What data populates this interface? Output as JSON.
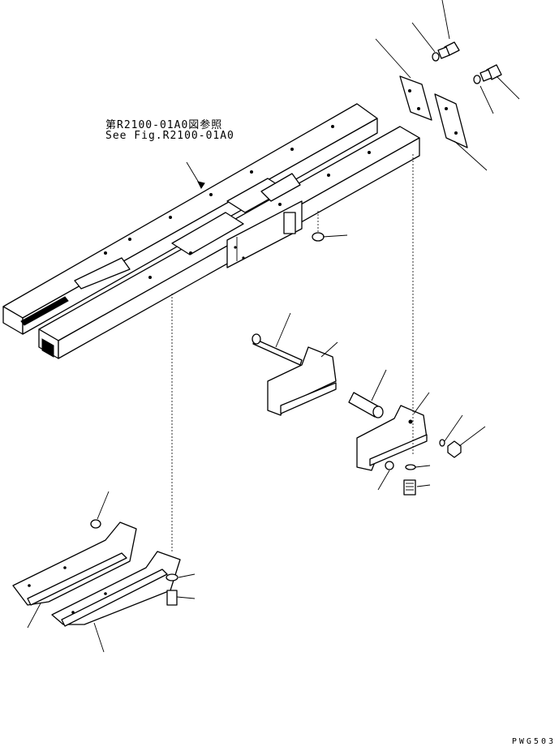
{
  "diagram": {
    "reference_note_jp": "第R2100-01A0図参照",
    "reference_note_en": "See Fig.R2100-01A0",
    "figure_code": "PWG503"
  }
}
